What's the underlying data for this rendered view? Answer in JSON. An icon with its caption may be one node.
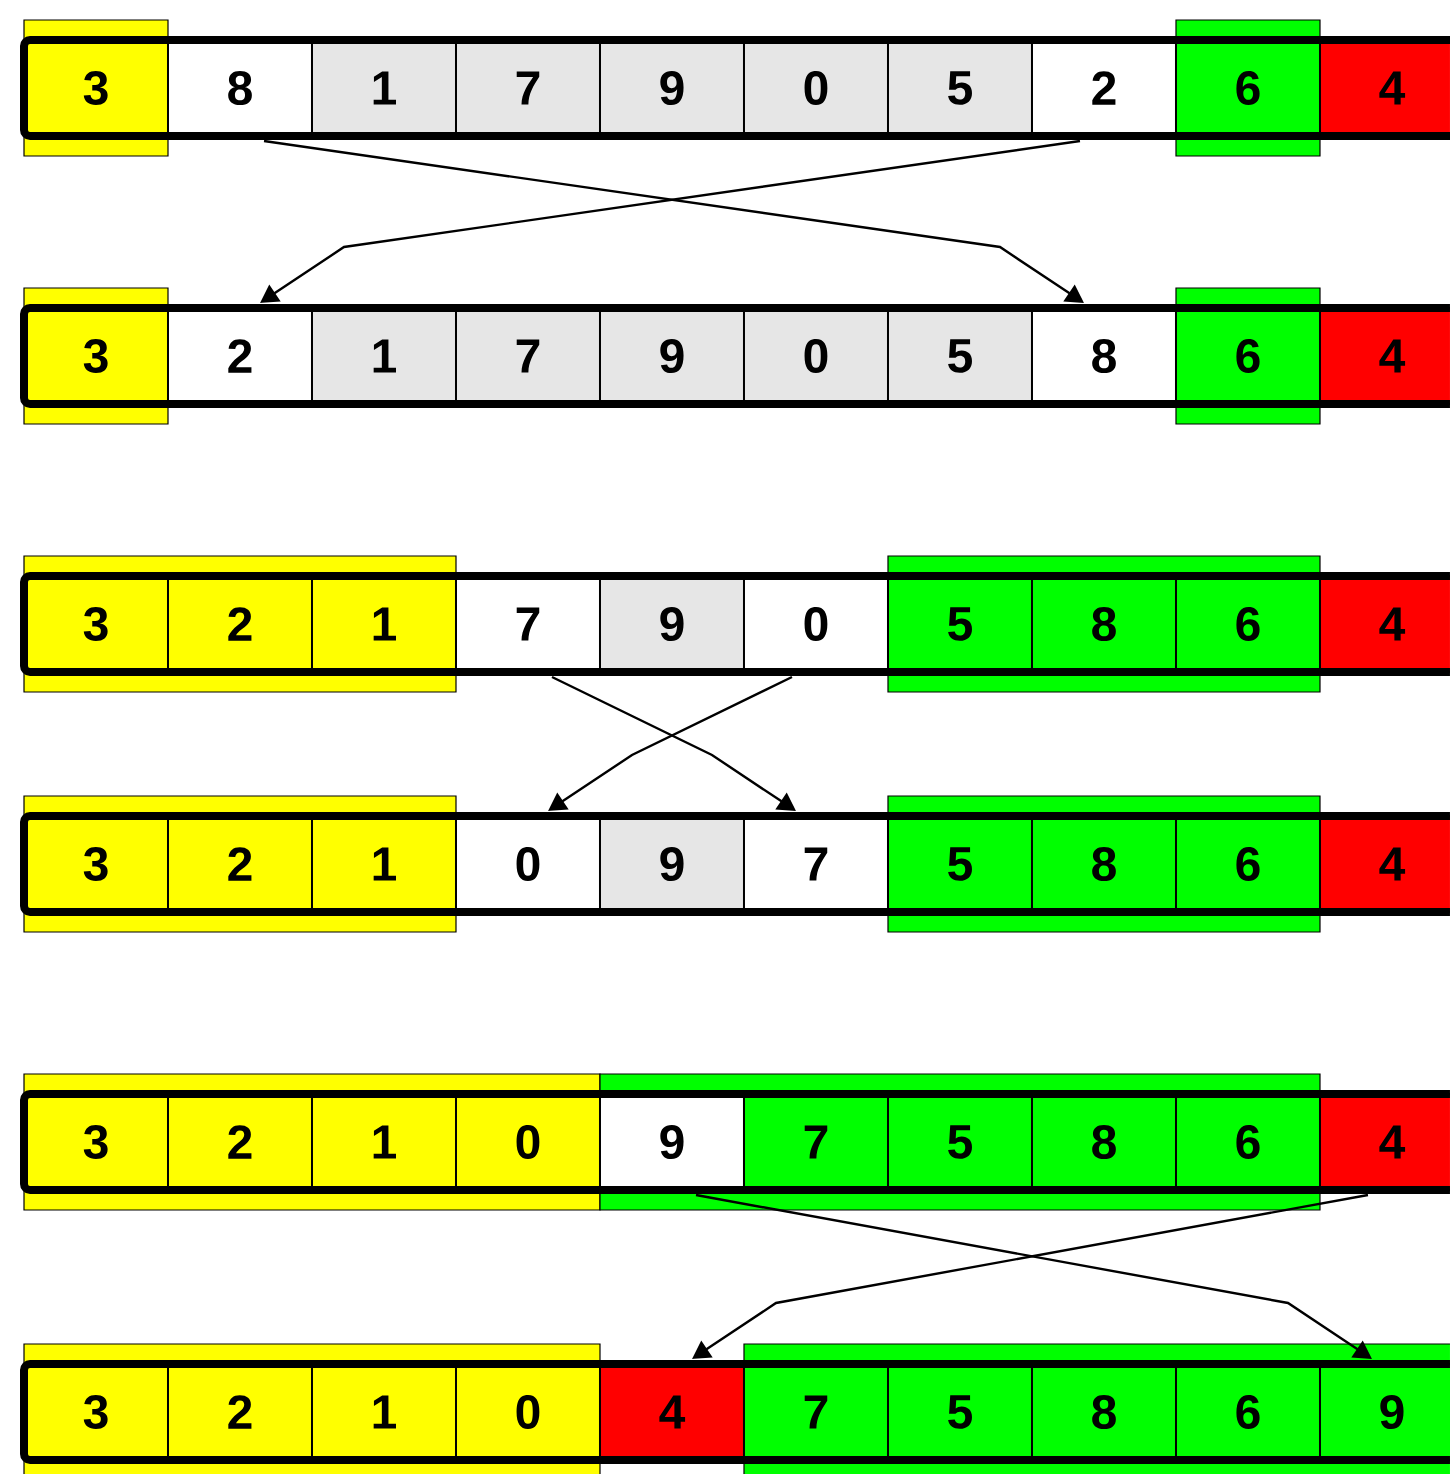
{
  "diagram": {
    "nodes": [
      {
        "text": [
          "3"
        ]
      },
      {
        "text": [
          "8"
        ]
      },
      {
        "text": [
          "1"
        ]
      },
      {
        "text": [
          "7"
        ]
      },
      {
        "text": [
          "9"
        ]
      },
      {
        "text": [
          "0"
        ]
      },
      {
        "text": [
          "5"
        ]
      },
      {
        "text": [
          "2"
        ]
      },
      {
        "text": [
          "6"
        ]
      },
      {
        "text": [
          "4"
        ]
      },
      {
        "text": [
          "3"
        ]
      },
      {
        "text": [
          "2"
        ]
      },
      {
        "text": [
          "1"
        ]
      },
      {
        "text": [
          "7"
        ]
      },
      {
        "text": [
          "9"
        ]
      },
      {
        "text": [
          "0"
        ]
      },
      {
        "text": [
          "5"
        ]
      },
      {
        "text": [
          "8"
        ]
      },
      {
        "text": [
          "6"
        ]
      },
      {
        "text": [
          "4"
        ]
      },
      {
        "text": [
          "3"
        ]
      },
      {
        "text": [
          "2"
        ]
      },
      {
        "text": [
          "1"
        ]
      },
      {
        "text": [
          "7"
        ]
      },
      {
        "text": [
          "9"
        ]
      },
      {
        "text": [
          "0"
        ]
      },
      {
        "text": [
          "5"
        ]
      },
      {
        "text": [
          "8"
        ]
      },
      {
        "text": [
          "6"
        ]
      },
      {
        "text": [
          "4"
        ]
      },
      {
        "text": [
          "3"
        ]
      },
      {
        "text": [
          "2"
        ]
      },
      {
        "text": [
          "1"
        ]
      },
      {
        "text": [
          "0"
        ]
      },
      {
        "text": [
          "9"
        ]
      },
      {
        "text": [
          "7"
        ]
      },
      {
        "text": [
          "5"
        ]
      },
      {
        "text": [
          "8"
        ]
      },
      {
        "text": [
          "6"
        ]
      },
      {
        "text": [
          "4"
        ]
      },
      {
        "text": [
          "3"
        ]
      },
      {
        "text": [
          "2"
        ]
      },
      {
        "text": [
          "1"
        ]
      },
      {
        "text": [
          "0"
        ]
      },
      {
        "text": [
          "9"
        ]
      },
      {
        "text": [
          "7"
        ]
      },
      {
        "text": [
          "5"
        ]
      },
      {
        "text": [
          "8"
        ]
      },
      {
        "text": [
          "6"
        ]
      },
      {
        "text": [
          "4"
        ]
      },
      {
        "text": [
          "3"
        ]
      },
      {
        "text": [
          "2"
        ]
      },
      {
        "text": [
          "1"
        ]
      },
      {
        "text": [
          "0"
        ]
      },
      {
        "text": [
          "4"
        ]
      },
      {
        "text": [
          "7"
        ]
      },
      {
        "text": [
          "5"
        ]
      },
      {
        "text": [
          "8"
        ]
      },
      {
        "text": [
          "6"
        ]
      },
      {
        "text": [
          "9"
        ]
      }
    ],
    "edges": [
      {
        "from": 1,
        "to": 17,
        "arrow": "to"
      },
      {
        "from": 7,
        "to": 11,
        "arrow": "to"
      },
      {
        "from": 23,
        "to": 35,
        "arrow": "to"
      },
      {
        "from": 25,
        "to": 33,
        "arrow": "to"
      },
      {
        "from": 44,
        "to": 59,
        "arrow": "to"
      },
      {
        "from": 49,
        "to": 54,
        "arrow": "to"
      }
    ]
  }
}
